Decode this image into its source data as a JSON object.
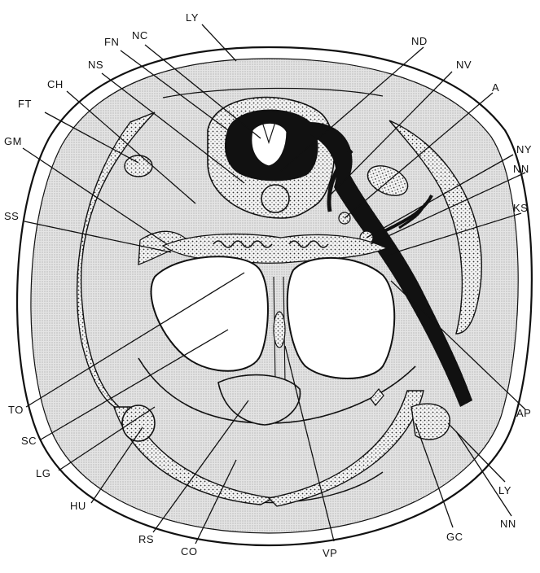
{
  "labels": {
    "LY_top": "LY",
    "NC": "NC",
    "FN": "FN",
    "NS": "NS",
    "CH": "CH",
    "FT": "FT",
    "GM": "GM",
    "SS": "SS",
    "ND": "ND",
    "NV": "NV",
    "A": "A",
    "NY": "NY",
    "NN_right": "NN",
    "KS": "KS",
    "TO": "TO",
    "SC": "SC",
    "LG": "LG",
    "HU": "HU",
    "RS": "RS",
    "CO": "CO",
    "VP": "VP",
    "GC": "GC",
    "LY_bottom": "LY",
    "NN_bottom": "NN",
    "AP": "AP"
  },
  "colors": {
    "ink": "#111111",
    "tissue": "#d8d8d8",
    "stipple": "#e9e9e9",
    "background": "#ffffff"
  }
}
